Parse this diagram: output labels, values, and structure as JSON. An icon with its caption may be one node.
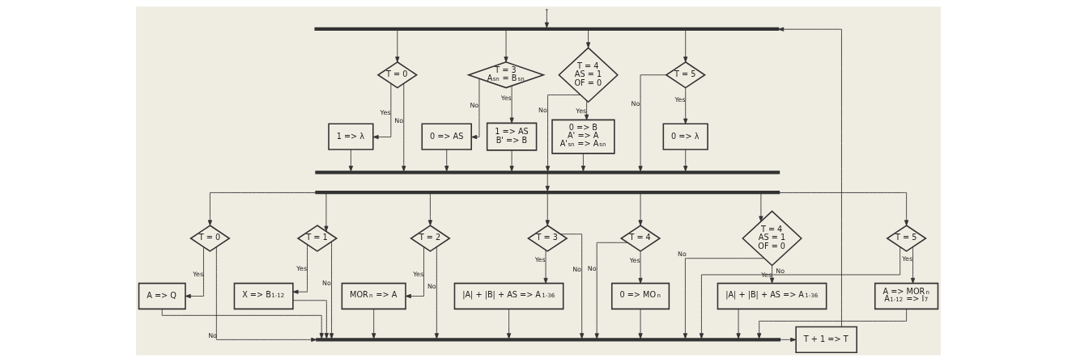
{
  "diagram": {
    "nodes": [
      {
        "text": [],
        "shape": "bar"
      },
      {
        "text": [
          "T = 0"
        ]
      },
      {
        "text": [
          "1 => λ"
        ]
      },
      {
        "text": [
          "T = 3",
          "A$_{sn}$ = B$_{sn}$"
        ]
      },
      {
        "text": [
          "0 => AS"
        ]
      },
      {
        "text": [
          "1 => AS",
          "B' => B"
        ]
      },
      {
        "text": [
          "T = 4",
          "AS = 1",
          "OF = 0"
        ]
      },
      {
        "text": [
          "0 => B",
          "A' => A",
          "A'$_{sn}$ => A$_{sn}$"
        ]
      },
      {
        "text": [
          "T = 5"
        ]
      },
      {
        "text": [
          "0 => λ"
        ]
      },
      {
        "text": [],
        "shape": "bar"
      },
      {
        "text": [],
        "shape": "bar"
      },
      {
        "text": [
          "T + 1 => T"
        ]
      },
      {
        "text": [
          "T = 0"
        ]
      },
      {
        "text": [
          "A => Q"
        ]
      },
      {
        "text": [
          "T = 1"
        ]
      },
      {
        "text": [
          "X => B$_{1-12}$"
        ]
      },
      {
        "text": [
          "T = 2"
        ]
      },
      {
        "text": [
          "MOR$^{n}$ => A"
        ]
      },
      {
        "text": [
          "T = 3"
        ]
      },
      {
        "text": [
          "|A| + |B| + AS => A$_{1-36}$"
        ]
      },
      {
        "text": [
          "T = 4"
        ]
      },
      {
        "text": [
          "0 => MO$^{n}$"
        ]
      },
      {
        "text": [
          "T = 4",
          "AS = 1",
          "OF = 0"
        ]
      },
      {
        "text": [
          "|A| + |B| + AS => A$_{1-36}$"
        ]
      },
      {
        "text": [
          "T = 5"
        ]
      },
      {
        "text": [
          "A => MOR$^{n}$",
          "A$_{1-12}$ => I$^{7}$"
        ]
      },
      {
        "text": [],
        "shape": "bar"
      }
    ],
    "edges": [
      {
        "from": null,
        "to": 0,
        "arrow": "to"
      },
      {
        "from": 12,
        "to": 0,
        "arrow": "to"
      },
      {
        "from": 0,
        "to": 1,
        "arrow": "to"
      },
      {
        "from": 0,
        "to": 3,
        "arrow": "to"
      },
      {
        "from": 0,
        "to": 6,
        "arrow": "to"
      },
      {
        "from": 0,
        "to": 8,
        "arrow": "to"
      },
      {
        "from": 1,
        "to": 2,
        "arrow": "to",
        "label": "Yes"
      },
      {
        "from": 1,
        "to": 10,
        "arrow": "to",
        "label": "No"
      },
      {
        "from": 2,
        "to": 10,
        "arrow": "to"
      },
      {
        "from": 3,
        "to": 4,
        "arrow": "to",
        "label": "No"
      },
      {
        "from": 3,
        "to": 5,
        "arrow": "to",
        "label": "Yes"
      },
      {
        "from": 4,
        "to": 10,
        "arrow": "to"
      },
      {
        "from": 5,
        "to": 10,
        "arrow": "to"
      },
      {
        "from": 6,
        "to": 7,
        "arrow": "to",
        "label": "Yes"
      },
      {
        "from": 6,
        "to": 10,
        "arrow": "to",
        "label": "No"
      },
      {
        "from": 7,
        "to": 10,
        "arrow": "to"
      },
      {
        "from": 8,
        "to": 9,
        "arrow": "to",
        "label": "Yes"
      },
      {
        "from": 8,
        "to": 10,
        "arrow": "to",
        "label": "No"
      },
      {
        "from": 9,
        "to": 10,
        "arrow": "to"
      },
      {
        "from": 10,
        "to": 11,
        "arrow": "to"
      },
      {
        "from": 11,
        "to": 13,
        "arrow": "to"
      },
      {
        "from": 11,
        "to": 15,
        "arrow": "to"
      },
      {
        "from": 11,
        "to": 17,
        "arrow": "to"
      },
      {
        "from": 11,
        "to": 19,
        "arrow": "to"
      },
      {
        "from": 11,
        "to": 21,
        "arrow": "to"
      },
      {
        "from": 11,
        "to": 23,
        "arrow": "to"
      },
      {
        "from": 11,
        "to": 25,
        "arrow": "to"
      },
      {
        "from": 13,
        "to": 14,
        "arrow": "to",
        "label": "Yes"
      },
      {
        "from": 13,
        "to": 27,
        "arrow": "to",
        "label": "No"
      },
      {
        "from": 14,
        "to": 27,
        "arrow": "to"
      },
      {
        "from": 15,
        "to": 16,
        "arrow": "to",
        "label": "Yes"
      },
      {
        "from": 15,
        "to": 27,
        "arrow": "to",
        "label": "No"
      },
      {
        "from": 16,
        "to": 27,
        "arrow": "to"
      },
      {
        "from": 17,
        "to": 18,
        "arrow": "to",
        "label": "Yes"
      },
      {
        "from": 17,
        "to": 27,
        "arrow": "to",
        "label": "No"
      },
      {
        "from": 18,
        "to": 27,
        "arrow": "to"
      },
      {
        "from": 19,
        "to": 20,
        "arrow": "to",
        "label": "Yes"
      },
      {
        "from": 19,
        "to": 27,
        "arrow": "to",
        "label": "No"
      },
      {
        "from": 20,
        "to": 27,
        "arrow": "to"
      },
      {
        "from": 21,
        "to": 22,
        "arrow": "to",
        "label": "Yes"
      },
      {
        "from": 21,
        "to": 27,
        "arrow": "to",
        "label": "No"
      },
      {
        "from": 22,
        "to": 27,
        "arrow": "to"
      },
      {
        "from": 23,
        "to": 24,
        "arrow": "to",
        "label": "Yes"
      },
      {
        "from": 23,
        "to": 27,
        "arrow": "to",
        "label": "No"
      },
      {
        "from": 24,
        "to": 27,
        "arrow": "to"
      },
      {
        "from": 25,
        "to": 26,
        "arrow": "to",
        "label": "Yes"
      },
      {
        "from": 25,
        "to": 27,
        "arrow": "to",
        "label": "No"
      },
      {
        "from": 26,
        "to": 27,
        "arrow": "to"
      },
      {
        "from": 27,
        "to": 12,
        "arrow": "to"
      }
    ]
  }
}
